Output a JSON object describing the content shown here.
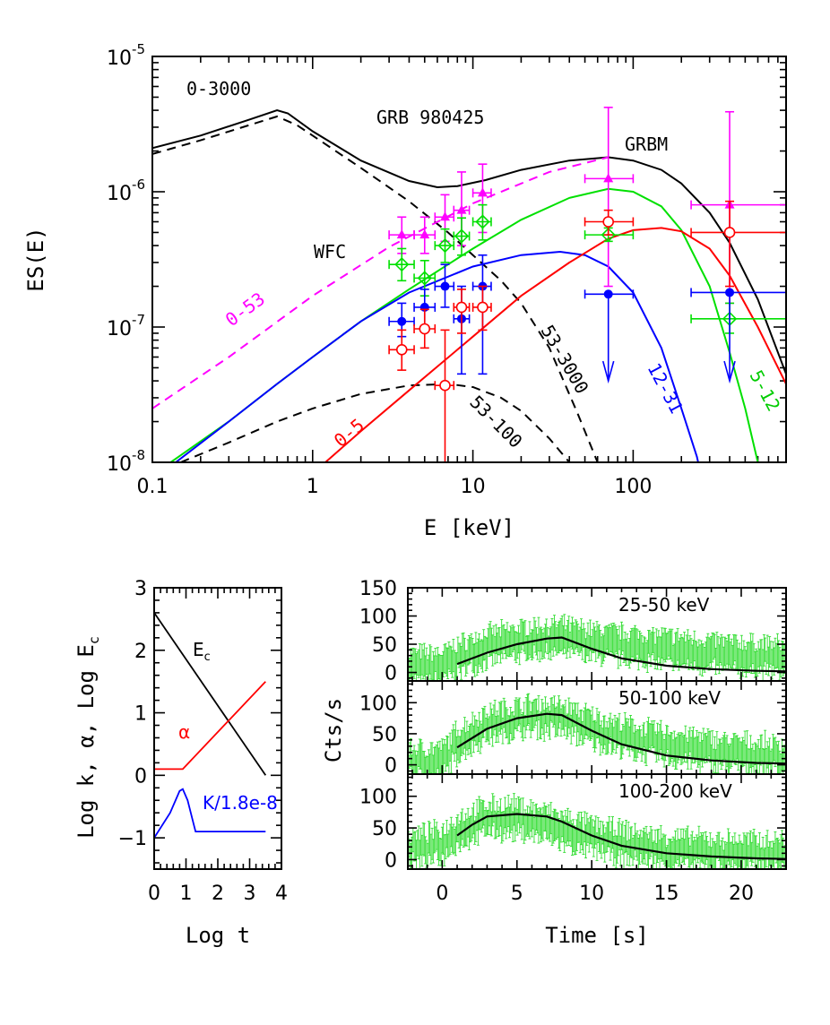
{
  "chart_data": [
    {
      "id": "spectrum",
      "type": "line",
      "title": "GRB 980425",
      "xlabel": "E [keV]",
      "ylabel": "ES(E)",
      "xscale": "log",
      "yscale": "log",
      "xlim": [
        0.1,
        900
      ],
      "ylim": [
        1e-08,
        1e-05
      ],
      "xticklabels": [
        "0.1",
        "1",
        "10",
        "100"
      ],
      "yticklabels": [
        {
          "base": "10",
          "exp": "-8"
        },
        {
          "base": "10",
          "exp": "-7"
        },
        {
          "base": "10",
          "exp": "-6"
        },
        {
          "base": "10",
          "exp": "-5"
        }
      ],
      "annotations": {
        "interval_total": "0-3000",
        "title": "GRB 980425",
        "grbm": "GRBM",
        "wfc": "WFC",
        "label_0_53": "0-53",
        "label_53_3000": "53-3000",
        "label_53_100": "53-100",
        "label_12_31": "12-31",
        "label_5_12": "5-12",
        "label_0_5": "0-5"
      },
      "series": [
        {
          "key": "total",
          "color": "#000000",
          "dash": false,
          "x": [
            0.1,
            0.2,
            0.4,
            0.6,
            0.7,
            1,
            2,
            4,
            6,
            8,
            12,
            20,
            40,
            70,
            100,
            150,
            200,
            300,
            400,
            600,
            900
          ],
          "y": [
            2.1e-06,
            2.6e-06,
            3.4e-06,
            4e-06,
            3.8e-06,
            2.8e-06,
            1.7e-06,
            1.2e-06,
            1.08e-06,
            1.1e-06,
            1.22e-06,
            1.45e-06,
            1.7e-06,
            1.8e-06,
            1.7e-06,
            1.45e-06,
            1.15e-06,
            7e-07,
            4.2e-07,
            1.6e-07,
            4.5e-08
          ]
        },
        {
          "key": "int_0_3000_dashed",
          "color": "#000000",
          "dash": true,
          "x": [
            0.1,
            0.2,
            0.4,
            0.6,
            0.8,
            1,
            2,
            4,
            7,
            10,
            15,
            20,
            30,
            45,
            60
          ],
          "y": [
            1.9e-06,
            2.4e-06,
            3.1e-06,
            3.6e-06,
            3.1e-06,
            2.6e-06,
            1.5e-06,
            8.5e-07,
            5e-07,
            3.4e-07,
            2.2e-07,
            1.5e-07,
            7e-08,
            2.3e-08,
            1e-08
          ]
        },
        {
          "key": "int_53_100",
          "color": "#000000",
          "dash": true,
          "x": [
            0.15,
            0.3,
            0.6,
            1,
            2,
            4,
            7,
            10,
            15,
            20,
            30,
            40
          ],
          "y": [
            1e-08,
            1.4e-08,
            2e-08,
            2.5e-08,
            3.2e-08,
            3.7e-08,
            3.8e-08,
            3.6e-08,
            3e-08,
            2.4e-08,
            1.5e-08,
            1e-08
          ]
        },
        {
          "key": "int_0_53",
          "color": "#ff00ff",
          "dash": true,
          "x": [
            0.1,
            0.3,
            1,
            3,
            10,
            30,
            70
          ],
          "y": [
            2.5e-08,
            6e-08,
            1.7e-07,
            3.9e-07,
            8.2e-07,
            1.4e-06,
            1.8e-06
          ]
        },
        {
          "key": "int_5_12",
          "color": "#00e000",
          "dash": false,
          "x": [
            0.13,
            0.3,
            0.6,
            1,
            2,
            4,
            10,
            20,
            40,
            70,
            100,
            150,
            200,
            300,
            400,
            500,
            600,
            700
          ],
          "y": [
            1e-08,
            2e-08,
            3.8e-08,
            6e-08,
            1.1e-07,
            1.9e-07,
            3.8e-07,
            6.2e-07,
            9e-07,
            1.05e-06,
            1e-06,
            7.8e-07,
            5.2e-07,
            2e-07,
            6.5e-08,
            2.5e-08,
            1e-08,
            3.5e-09
          ]
        },
        {
          "key": "int_12_31",
          "color": "#0000ff",
          "dash": false,
          "x": [
            0.14,
            0.3,
            0.6,
            1,
            2,
            4,
            10,
            20,
            35,
            50,
            70,
            100,
            150,
            200,
            250,
            290
          ],
          "y": [
            1e-08,
            2e-08,
            3.8e-08,
            6e-08,
            1.1e-07,
            1.8e-07,
            2.8e-07,
            3.4e-07,
            3.6e-07,
            3.4e-07,
            2.8e-07,
            1.8e-07,
            7e-08,
            2.5e-08,
            1.1e-08,
            5e-09
          ]
        },
        {
          "key": "int_0_5",
          "color": "#ff0000",
          "dash": false,
          "x": [
            1.2,
            2,
            4,
            10,
            20,
            40,
            70,
            100,
            150,
            200,
            300,
            400,
            600,
            900
          ],
          "y": [
            1e-08,
            1.7e-08,
            3.4e-08,
            8.5e-08,
            1.7e-07,
            3e-07,
            4.5e-07,
            5.2e-07,
            5.4e-07,
            5.1e-07,
            3.8e-07,
            2.4e-07,
            1e-07,
            3.8e-08
          ]
        }
      ],
      "points": [
        {
          "series": "magenta",
          "color": "#ff00ff",
          "marker": "triangle",
          "data": [
            {
              "x": 3.6,
              "y": 4.8e-07,
              "xlo": 3.0,
              "xhi": 4.3,
              "ylo": 3.5e-07,
              "yhi": 6.5e-07
            },
            {
              "x": 5.0,
              "y": 4.8e-07,
              "xlo": 4.3,
              "xhi": 5.8,
              "ylo": 3.5e-07,
              "yhi": 6.5e-07
            },
            {
              "x": 6.7,
              "y": 6.5e-07,
              "xlo": 5.8,
              "xhi": 7.6,
              "ylo": 4.3e-07,
              "yhi": 9.5e-07
            },
            {
              "x": 8.5,
              "y": 7.3e-07,
              "xlo": 7.6,
              "xhi": 9.5,
              "ylo": 4e-07,
              "yhi": 1.4e-06
            },
            {
              "x": 11.5,
              "y": 9.8e-07,
              "xlo": 10,
              "xhi": 13,
              "ylo": 5e-07,
              "yhi": 1.6e-06
            },
            {
              "x": 70,
              "y": 1.25e-06,
              "xlo": 50,
              "xhi": 100,
              "ylo": 2e-07,
              "yhi": 4.2e-06
            },
            {
              "x": 400,
              "y": 8e-07,
              "xlo": 230,
              "xhi": 900,
              "ylo": 1.5e-07,
              "yhi": 3.9e-06
            }
          ]
        },
        {
          "series": "green",
          "color": "#00e000",
          "marker": "diamond",
          "data": [
            {
              "x": 3.6,
              "y": 2.9e-07,
              "xlo": 3.0,
              "xhi": 4.3,
              "ylo": 2.2e-07,
              "yhi": 3.8e-07
            },
            {
              "x": 5.0,
              "y": 2.3e-07,
              "xlo": 4.3,
              "xhi": 5.8,
              "ylo": 1.7e-07,
              "yhi": 3.1e-07
            },
            {
              "x": 6.7,
              "y": 4e-07,
              "xlo": 5.8,
              "xhi": 7.6,
              "ylo": 3e-07,
              "yhi": 5.3e-07
            },
            {
              "x": 8.5,
              "y": 4.7e-07,
              "xlo": 7.6,
              "xhi": 9.5,
              "ylo": 3.4e-07,
              "yhi": 6.4e-07
            },
            {
              "x": 11.5,
              "y": 6e-07,
              "xlo": 10,
              "xhi": 13,
              "ylo": 4.4e-07,
              "yhi": 8e-07
            },
            {
              "x": 70,
              "y": 4.8e-07,
              "xlo": 50,
              "xhi": 100,
              "ylo": 4.3e-07,
              "yhi": 5.4e-07
            },
            {
              "x": 400,
              "y": 1.15e-07,
              "xlo": 230,
              "xhi": 900,
              "ylo": 9e-08,
              "yhi": 1.5e-07
            }
          ]
        },
        {
          "series": "blue",
          "color": "#0000ff",
          "marker": "filled-circle",
          "data": [
            {
              "x": 3.6,
              "y": 1.1e-07,
              "xlo": 3.0,
              "xhi": 4.3,
              "ylo": 8.5e-08,
              "yhi": 1.5e-07
            },
            {
              "x": 5.0,
              "y": 1.4e-07,
              "xlo": 4.3,
              "xhi": 5.8,
              "ylo": 1e-07,
              "yhi": 1.9e-07
            },
            {
              "x": 6.7,
              "y": 2e-07,
              "xlo": 5.8,
              "xhi": 7.6,
              "ylo": 1.4e-07,
              "yhi": 2.9e-07
            },
            {
              "x": 8.5,
              "y": 1.15e-07,
              "xlo": 7.6,
              "xhi": 9.5,
              "ylo": 4.5e-08,
              "yhi": 2e-07
            },
            {
              "x": 11.5,
              "y": 2e-07,
              "xlo": 10,
              "xhi": 13,
              "ylo": 4.5e-08,
              "yhi": 3.4e-07
            },
            {
              "x": 70,
              "y": 1.75e-07,
              "xlo": 50,
              "xhi": 100,
              "ylo": 4e-08,
              "yhi": 1.75e-07,
              "upper_limit": true
            },
            {
              "x": 400,
              "y": 1.8e-07,
              "xlo": 230,
              "xhi": 900,
              "ylo": 4e-08,
              "yhi": 1.8e-07,
              "upper_limit": true
            }
          ]
        },
        {
          "series": "red",
          "color": "#ff0000",
          "marker": "open-circle",
          "data": [
            {
              "x": 3.6,
              "y": 6.8e-08,
              "xlo": 3.0,
              "xhi": 4.3,
              "ylo": 4.8e-08,
              "yhi": 9.5e-08
            },
            {
              "x": 5.0,
              "y": 9.7e-08,
              "xlo": 4.3,
              "xhi": 5.8,
              "ylo": 7e-08,
              "yhi": 1.35e-07
            },
            {
              "x": 6.7,
              "y": 3.7e-08,
              "xlo": 5.8,
              "xhi": 7.6,
              "ylo": 1e-08,
              "yhi": 9.5e-08
            },
            {
              "x": 8.5,
              "y": 1.4e-07,
              "xlo": 7.6,
              "xhi": 9.5,
              "ylo": 9e-08,
              "yhi": 1.9e-07
            },
            {
              "x": 11.5,
              "y": 1.4e-07,
              "xlo": 10,
              "xhi": 13,
              "ylo": 9.5e-08,
              "yhi": 2e-07
            },
            {
              "x": 70,
              "y": 6e-07,
              "xlo": 50,
              "xhi": 100,
              "ylo": 4.8e-07,
              "yhi": 7.3e-07
            },
            {
              "x": 400,
              "y": 5e-07,
              "xlo": 230,
              "xhi": 900,
              "ylo": 2e-07,
              "yhi": 8.5e-07
            }
          ]
        }
      ]
    },
    {
      "id": "params",
      "type": "line",
      "xlabel": "Log t",
      "ylabel": "Log k, α, Log E",
      "ylabel_sub": "c",
      "xlim": [
        0,
        4
      ],
      "ylim": [
        -1.5,
        3
      ],
      "xticklabels": [
        "0",
        "1",
        "2",
        "3",
        "4"
      ],
      "yticklabels": [
        "−1",
        "0",
        "1",
        "2",
        "3"
      ],
      "series": [
        {
          "name": "E",
          "name_sub": "c",
          "color": "#000000",
          "x": [
            0,
            3.5
          ],
          "y": [
            2.6,
            0.0
          ]
        },
        {
          "name": "α",
          "color": "#ff0000",
          "x": [
            0,
            0.9,
            3.5
          ],
          "y": [
            0.1,
            0.1,
            1.5
          ]
        },
        {
          "name": "K/1.8e-8",
          "color": "#0000ff",
          "x": [
            0,
            0.5,
            0.8,
            0.9,
            1.05,
            1.25,
            1.3,
            3.5
          ],
          "y": [
            -1.0,
            -0.6,
            -0.25,
            -0.22,
            -0.4,
            -0.8,
            -0.9,
            -0.9
          ]
        }
      ]
    },
    {
      "id": "lightcurves",
      "type": "line",
      "xlabel": "Time [s]",
      "ylabel": "Cts/s",
      "xlim": [
        -2.3,
        23
      ],
      "xticklabels": [
        "0",
        "5",
        "10",
        "15",
        "20"
      ],
      "panels": [
        {
          "label": "25-50 keV",
          "ylim": [
            -15,
            150
          ],
          "yticklabels": [
            "0",
            "50",
            "100",
            "150"
          ],
          "model": {
            "x": [
              1,
              3,
              5,
              7,
              8,
              10,
              12,
              15,
              18,
              21,
              23
            ],
            "y": [
              15,
              35,
              50,
              60,
              62,
              42,
              25,
              12,
              6,
              3,
              2
            ]
          },
          "envelope": {
            "t": [
              -2.3,
              0,
              1,
              3,
              6,
              8,
              10,
              13,
              16,
              19,
              23
            ],
            "mean": [
              10,
              10,
              25,
              45,
              58,
              60,
              52,
              45,
              38,
              30,
              25
            ],
            "err": 25
          }
        },
        {
          "label": "50-100 keV",
          "ylim": [
            -15,
            135
          ],
          "yticklabels": [
            "0",
            "50",
            "100"
          ],
          "model": {
            "x": [
              1,
              3,
              5,
              7,
              8,
              10,
              12,
              15,
              18,
              21,
              23
            ],
            "y": [
              28,
              58,
              75,
              82,
              80,
              55,
              33,
              15,
              7,
              3,
              2
            ]
          },
          "envelope": {
            "t": [
              -2.3,
              0,
              1,
              3,
              6,
              8,
              10,
              13,
              16,
              19,
              23
            ],
            "mean": [
              5,
              5,
              35,
              65,
              78,
              75,
              58,
              40,
              28,
              18,
              12
            ],
            "err": 22
          }
        },
        {
          "label": "100-200 keV",
          "ylim": [
            -15,
            135
          ],
          "yticklabels": [
            "0",
            "50",
            "100"
          ],
          "model": {
            "x": [
              1,
              2,
              3,
              5,
              7,
              8,
              10,
              12,
              15,
              18,
              21,
              23
            ],
            "y": [
              38,
              55,
              68,
              72,
              68,
              60,
              38,
              22,
              10,
              5,
              2,
              1
            ]
          },
          "envelope": {
            "t": [
              -2.3,
              0,
              1,
              3,
              5,
              7,
              9,
              12,
              15,
              19,
              23
            ],
            "mean": [
              15,
              25,
              45,
              65,
              65,
              55,
              40,
              25,
              15,
              10,
              10
            ],
            "err": 22
          }
        }
      ],
      "colors": {
        "data": "#33dd33",
        "model": "#000000"
      }
    }
  ]
}
